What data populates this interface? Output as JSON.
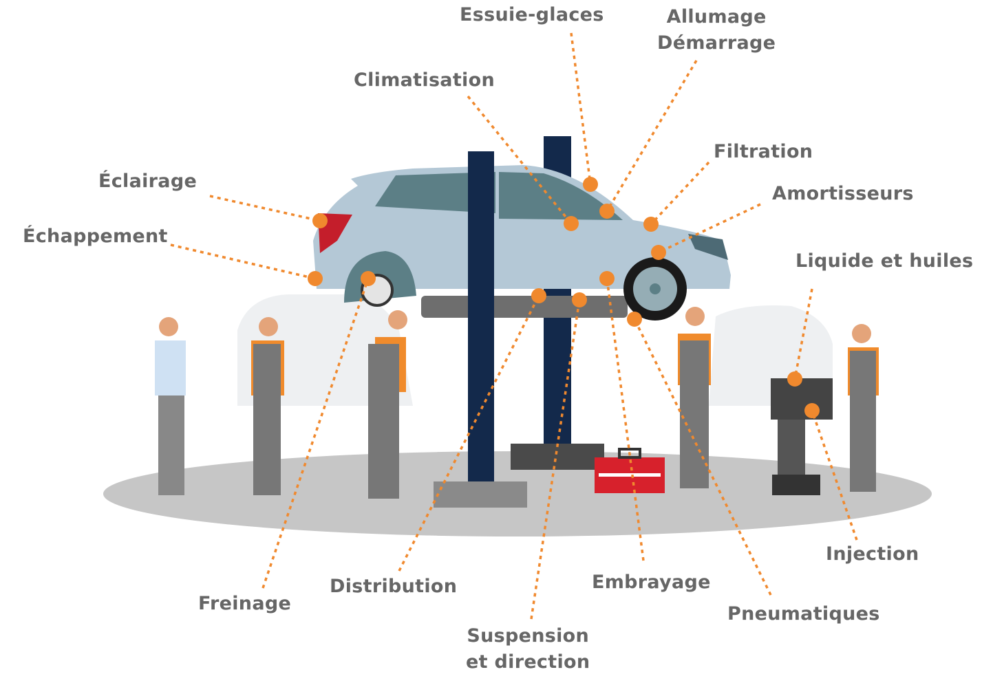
{
  "accent_color": "#f0892e",
  "label_color": "#666666",
  "callouts": [
    {
      "id": "essuie-glaces",
      "label": "Essuie-glaces"
    },
    {
      "id": "allumage",
      "label": "Allumage",
      "label2": "Démarrage"
    },
    {
      "id": "climatisation",
      "label": "Climatisation"
    },
    {
      "id": "filtration",
      "label": "Filtration"
    },
    {
      "id": "amortisseurs",
      "label": "Amortisseurs"
    },
    {
      "id": "liquide",
      "label": "Liquide et huiles"
    },
    {
      "id": "eclairage",
      "label": "Éclairage"
    },
    {
      "id": "echappement",
      "label": "Échappement"
    },
    {
      "id": "freinage",
      "label": "Freinage"
    },
    {
      "id": "distribution",
      "label": "Distribution"
    },
    {
      "id": "suspension",
      "label": "Suspension",
      "label2": "et direction"
    },
    {
      "id": "embrayage",
      "label": "Embrayage"
    },
    {
      "id": "pneumatiques",
      "label": "Pneumatiques"
    },
    {
      "id": "injection",
      "label": "Injection"
    }
  ]
}
